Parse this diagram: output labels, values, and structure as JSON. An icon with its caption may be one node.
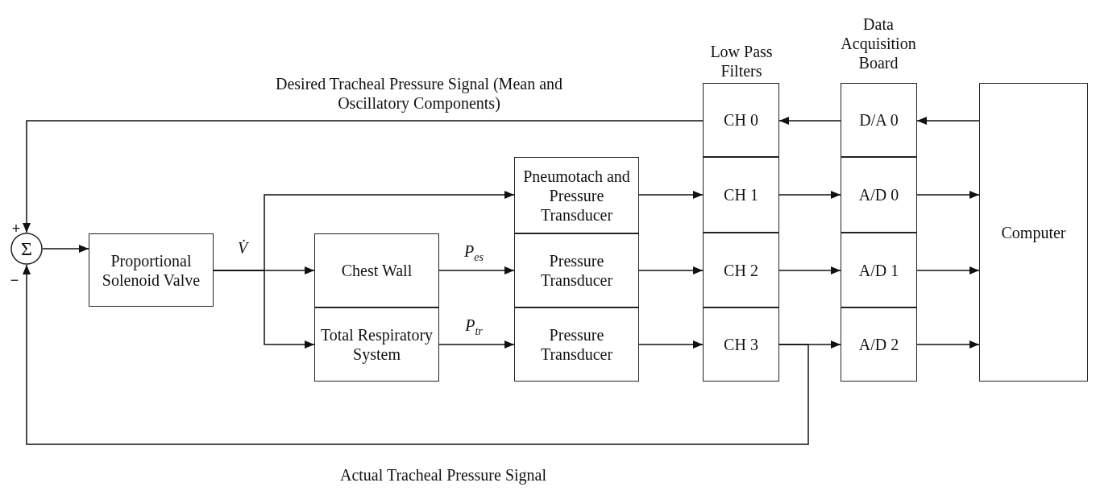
{
  "diagram": {
    "nodes": [
      {
        "text": [
          "Σ"
        ]
      },
      {
        "text": [
          "Proportional Solenoid Valve"
        ]
      },
      {
        "text": [
          "Chest Wall"
        ]
      },
      {
        "text": [
          "Total Respiratory System"
        ]
      },
      {
        "text": [
          "Pneumotach and Pressure Transducer"
        ]
      },
      {
        "text": [
          "Pressure Transducer"
        ]
      },
      {
        "text": [
          "Pressure Transducer"
        ]
      },
      {
        "text": [
          "CH 0"
        ]
      },
      {
        "text": [
          "CH 1"
        ]
      },
      {
        "text": [
          "CH 2"
        ]
      },
      {
        "text": [
          "CH 3"
        ]
      },
      {
        "text": [
          "D/A 0"
        ]
      },
      {
        "text": [
          "A/D 0"
        ]
      },
      {
        "text": [
          "A/D 1"
        ]
      },
      {
        "text": [
          "A/D 2"
        ]
      },
      {
        "text": [
          "Computer"
        ]
      }
    ],
    "edges": [
      {
        "from": 0,
        "to": 1,
        "arrow": "to"
      },
      {
        "from": 1,
        "to": 4,
        "arrow": "to"
      },
      {
        "from": 1,
        "to": 2,
        "arrow": "to"
      },
      {
        "from": 1,
        "to": 3,
        "arrow": "to"
      },
      {
        "from": 2,
        "to": 5,
        "arrow": "to",
        "label": "*P*$_{es}$"
      },
      {
        "from": 3,
        "to": 6,
        "arrow": "to",
        "label": "*P*$_{tr}$"
      },
      {
        "from": 4,
        "to": 8,
        "arrow": "to"
      },
      {
        "from": 5,
        "to": 9,
        "arrow": "to"
      },
      {
        "from": 6,
        "to": 10,
        "arrow": "to"
      },
      {
        "from": 8,
        "to": 12,
        "arrow": "to"
      },
      {
        "from": 9,
        "to": 13,
        "arrow": "to"
      },
      {
        "from": 10,
        "to": 14,
        "arrow": "to"
      },
      {
        "from": 12,
        "to": 15,
        "arrow": "to"
      },
      {
        "from": 13,
        "to": 15,
        "arrow": "to"
      },
      {
        "from": 14,
        "to": 15,
        "arrow": "to"
      },
      {
        "from": 15,
        "to": 11,
        "arrow": "to"
      },
      {
        "from": 11,
        "to": 7,
        "arrow": "to"
      },
      {
        "from": 7,
        "to": 0,
        "arrow": "to",
        "label": "Desired Tracheal Pressure Signal (Mean and Oscillatory Components)"
      },
      {
        "from": 10,
        "to": 0,
        "arrow": "to",
        "label": "Actual Tracheal Pressure Signal"
      }
    ],
    "labels": [
      "Data Acquisition Board",
      "Low Pass Filters",
      "+",
      "V̇",
      "−"
    ]
  }
}
